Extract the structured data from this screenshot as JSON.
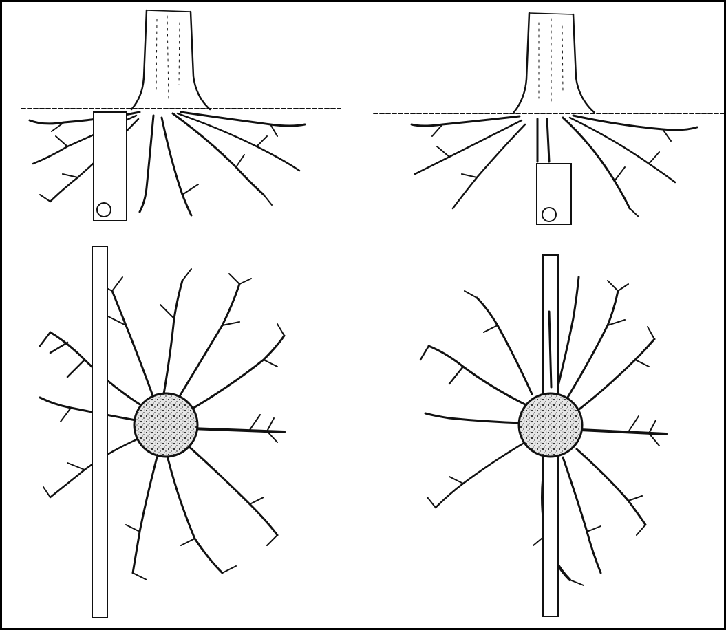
{
  "figure": {
    "panels": [
      {
        "id": "side-view-pipe-beside-tree"
      },
      {
        "id": "side-view-pipe-under-tree"
      },
      {
        "id": "plan-view-pipe-beside-rootball"
      },
      {
        "id": "plan-view-pipe-through-rootball"
      }
    ],
    "colors": {
      "ink": "#111111",
      "background": "#ffffff",
      "frame": "#000000"
    }
  }
}
